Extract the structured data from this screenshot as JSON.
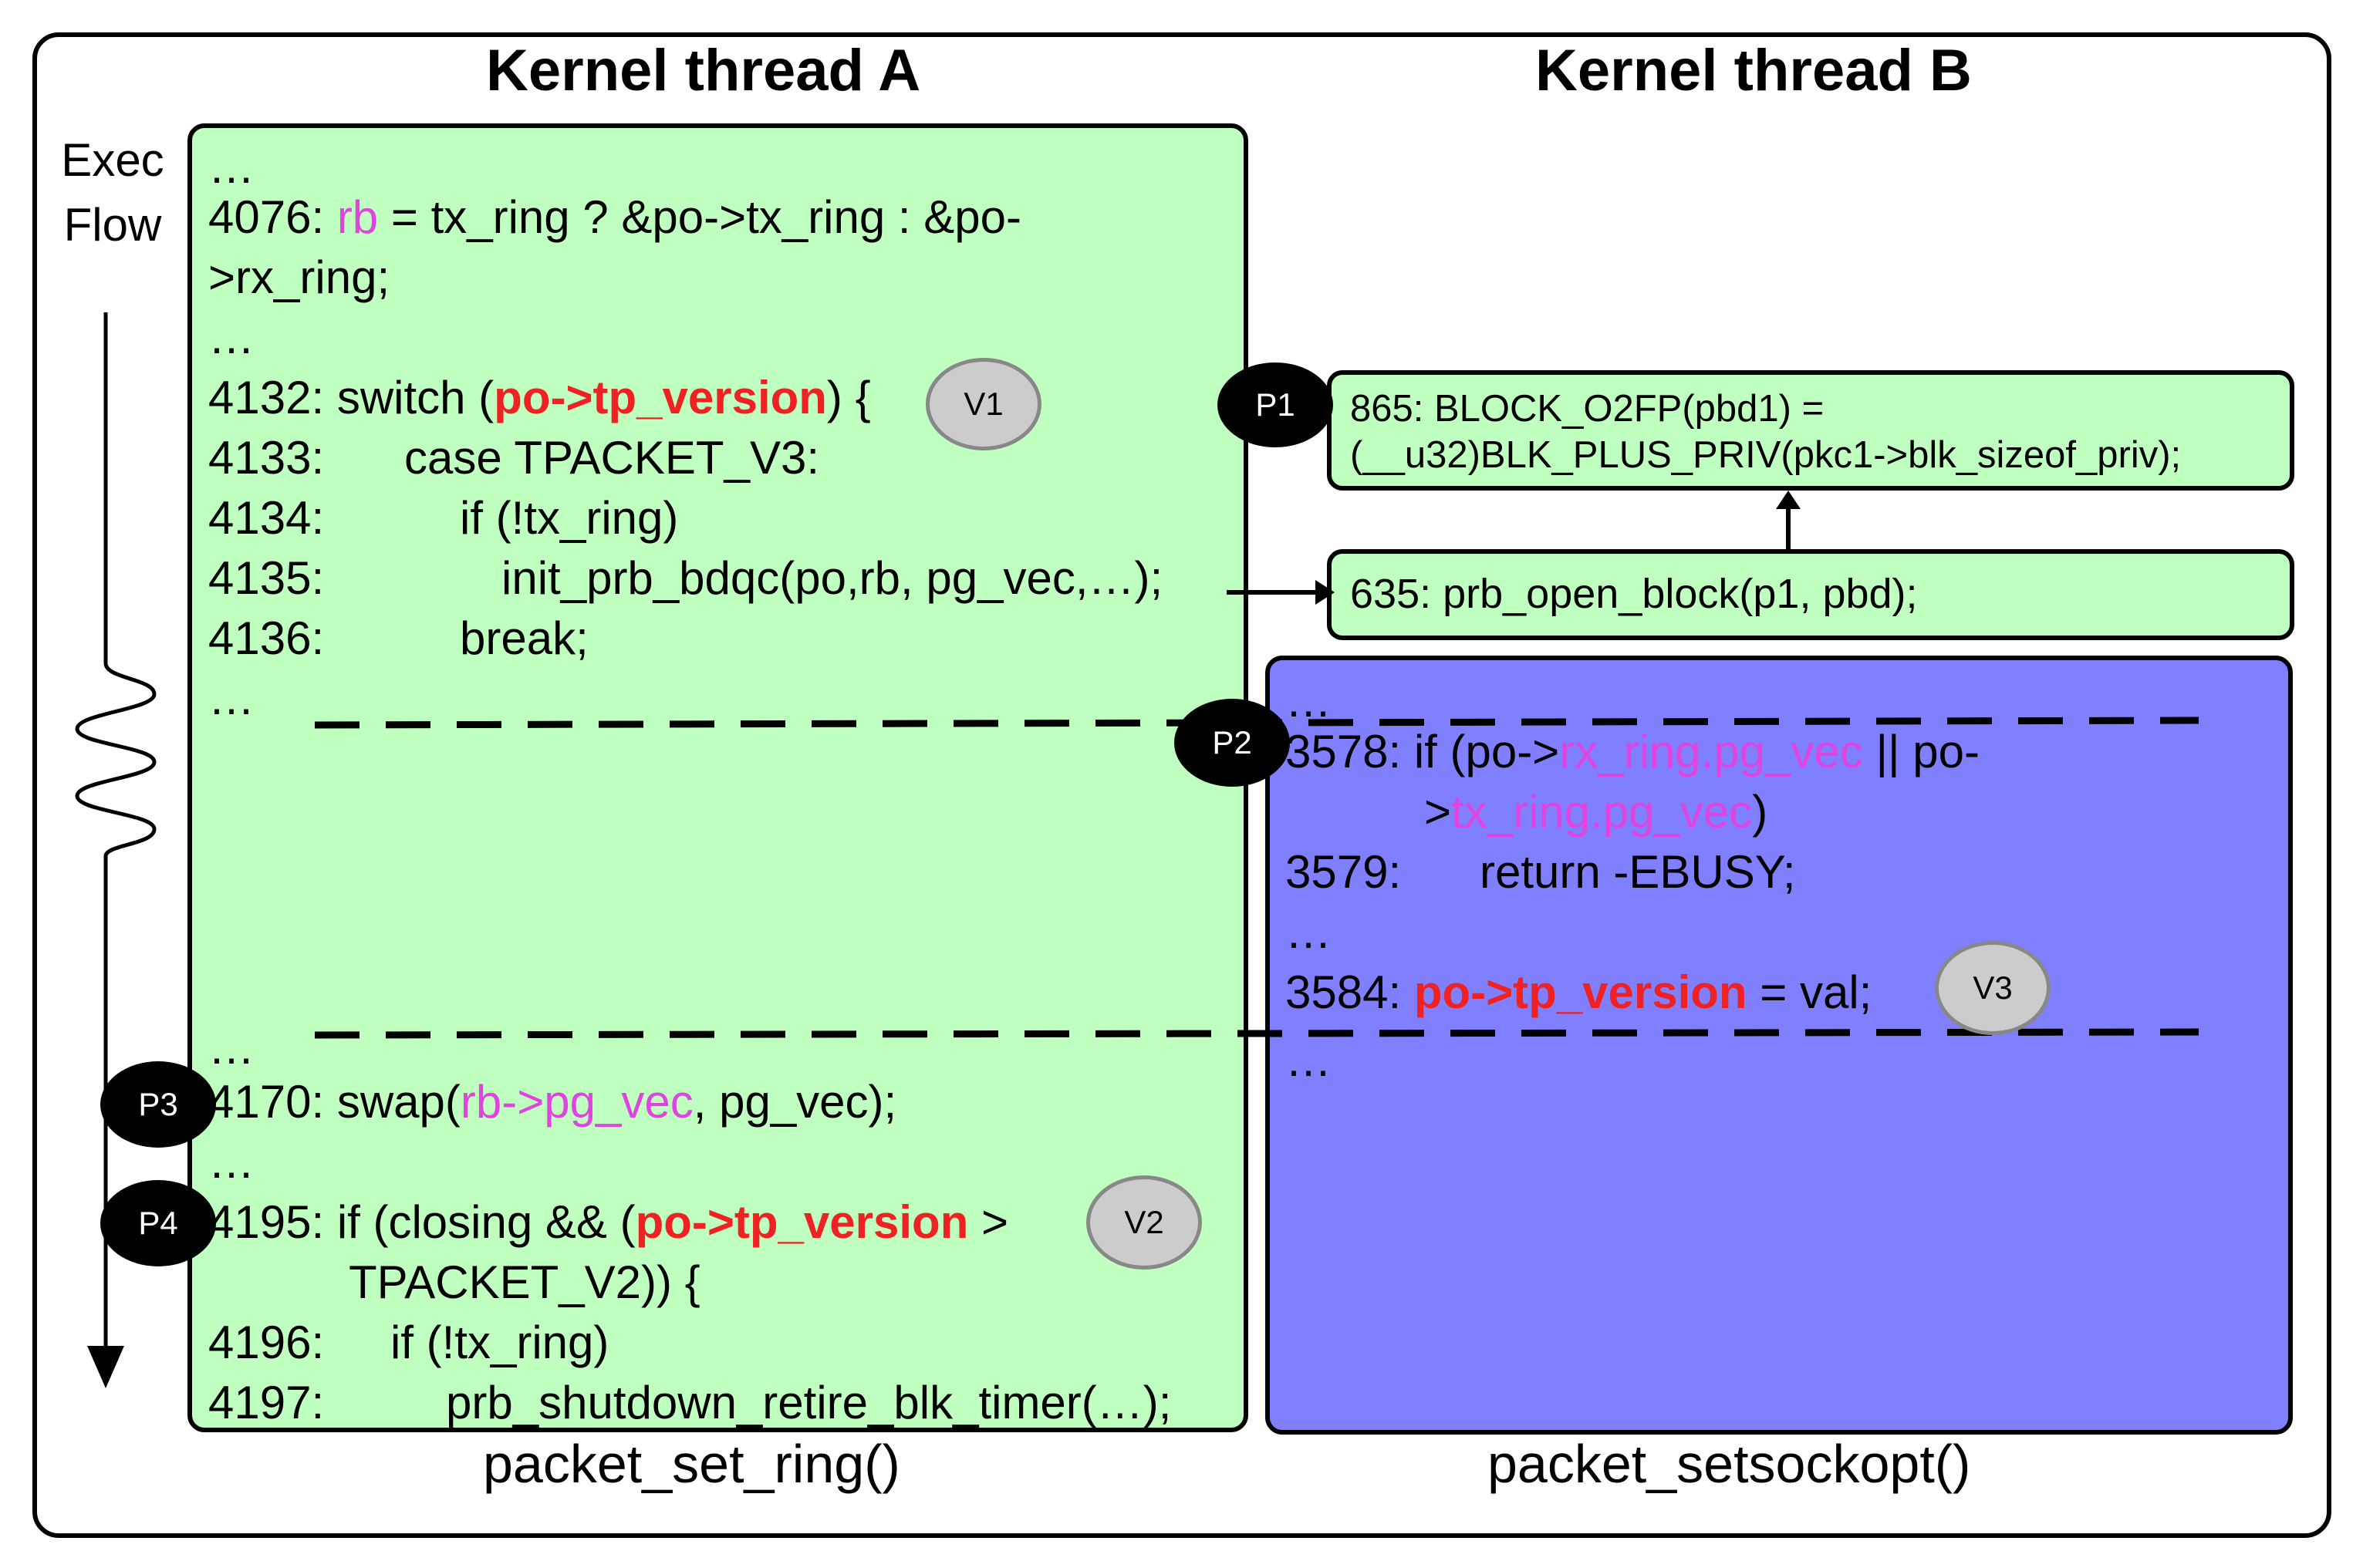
{
  "thread_a": {
    "title": "Kernel thread A",
    "function": "packet_set_ring()",
    "code": {
      "l01": "…",
      "l02_pre": "4076: ",
      "l02_var": "rb",
      "l02_post": " = tx_ring ? &po->tx_ring : &po-",
      "l03": ">rx_ring;",
      "l04": "…",
      "l05_pre": "4132: switch (",
      "l05_key": "po->tp_version",
      "l05_post": ") {",
      "l06_num": "4133:",
      "l06_text": "case TPACKET_V3:",
      "l07_num": "4134:",
      "l07_text": "if (!tx_ring)",
      "l08_num": "4135:",
      "l08_text": "init_prb_bdqc(po,rb, pg_vec,…);",
      "l09_num": "4136:",
      "l09_text": "break;",
      "l10": "…",
      "l11": "…",
      "l12_pre": "4170: swap(",
      "l12_var": "rb->pg_vec",
      "l12_post": ", pg_vec);",
      "l13": "…",
      "l14_pre": "4195: if (closing && (",
      "l14_key": "po->tp_version",
      "l14_post": " >",
      "l15": "TPACKET_V2)) {",
      "l16_num": "4196:",
      "l16_text": "if (!tx_ring)",
      "l17_num": "4197:",
      "l17_text": "prb_shutdown_retire_blk_timer(…);"
    }
  },
  "thread_b": {
    "title": "Kernel thread B",
    "function": "packet_setsockopt()",
    "code": {
      "l01": "…",
      "l02_pre": "3578: if (po->",
      "l02_var": "rx_ring.pg_vec",
      "l02_mid": " || po-",
      "l03_pre": ">",
      "l03_var": "tx_ring.pg_vec",
      "l03_post": ")",
      "l04_num": "3579:",
      "l04_text": "return -EBUSY;",
      "l05": "…",
      "l06_pre": "3584: ",
      "l06_key": "po->tp_version",
      "l06_post": " = val;",
      "l07": "…"
    }
  },
  "call_boxes": {
    "block_o2fp_line1": "865: BLOCK_O2FP(pbd1) =",
    "block_o2fp_line2": "(__u32)BLK_PLUS_PRIV(pkc1->blk_sizeof_priv);",
    "prb_open_block": "635: prb_open_block(p1, pbd);"
  },
  "exec_flow": {
    "line1": "Exec",
    "line2": "Flow"
  },
  "points": {
    "p1": "P1",
    "p2": "P2",
    "p3": "P3",
    "p4": "P4"
  },
  "versions": {
    "v1": "V1",
    "v2": "V2",
    "v3": "V3"
  },
  "colors": {
    "thread_a_fill": "#bfffbf",
    "thread_b_fill": "#8080ff",
    "variable_highlight": "#e043e0",
    "tp_version_highlight": "#ee2222",
    "point_badge": "#000000",
    "version_badge": "#cccccc"
  }
}
